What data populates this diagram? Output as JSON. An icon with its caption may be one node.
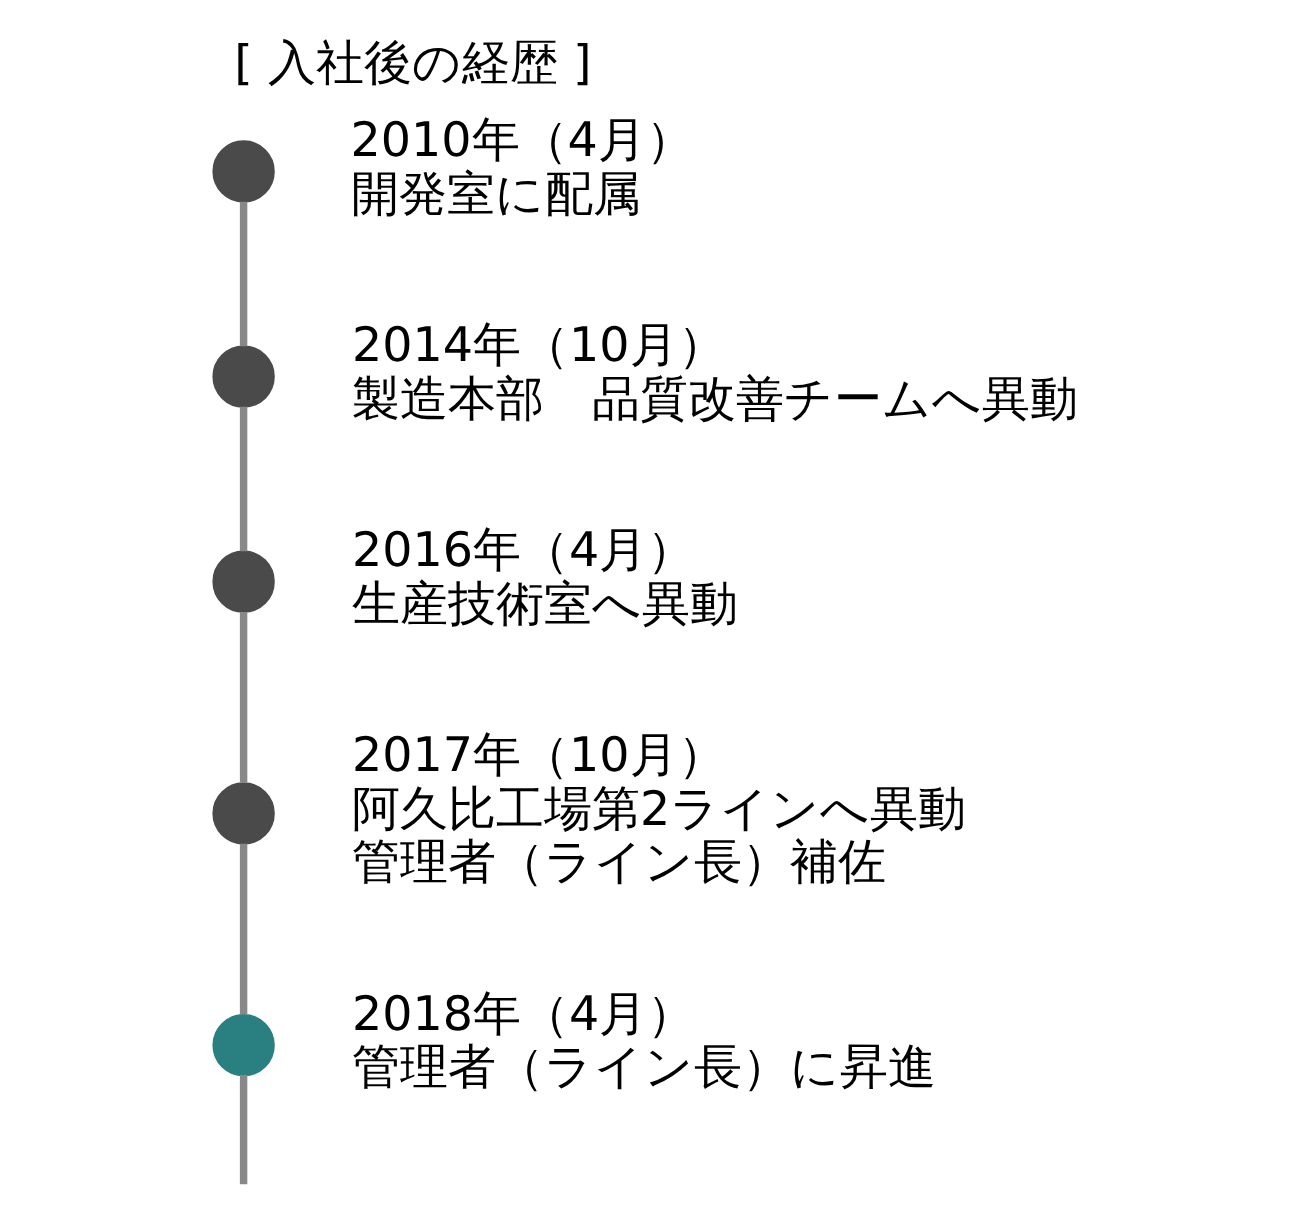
{
  "diagram": {
    "title": "[ 入社後の経歴 ]",
    "nodes": [
      {
        "text": [],
        "shape": "circle",
        "beside": [
          "2010年（4月）",
          "開発室に配属"
        ]
      },
      {
        "text": [],
        "shape": "circle",
        "beside": [
          "2014年（10月）",
          "製造本部　品質改善チームへ異動"
        ]
      },
      {
        "text": [],
        "shape": "circle",
        "beside": [
          "2016年（4月）",
          "生産技術室へ異動"
        ]
      },
      {
        "text": [],
        "shape": "circle",
        "beside": [
          "2017年（10月）",
          "阿久比工場第2ラインへ異動",
          "管理者（ライン長）補佐"
        ]
      },
      {
        "text": [],
        "shape": "circle",
        "beside": [
          "2018年（4月）",
          "管理者（ライン長）に昇進"
        ]
      }
    ],
    "edges": [
      {
        "from": 0,
        "to": 1,
        "arrow": "none"
      },
      {
        "from": 1,
        "to": 2,
        "arrow": "none"
      },
      {
        "from": 2,
        "to": 3,
        "arrow": "none"
      },
      {
        "from": 3,
        "to": 4,
        "arrow": "none"
      },
      {
        "from": 4,
        "to": null,
        "arrow": "none"
      }
    ]
  }
}
